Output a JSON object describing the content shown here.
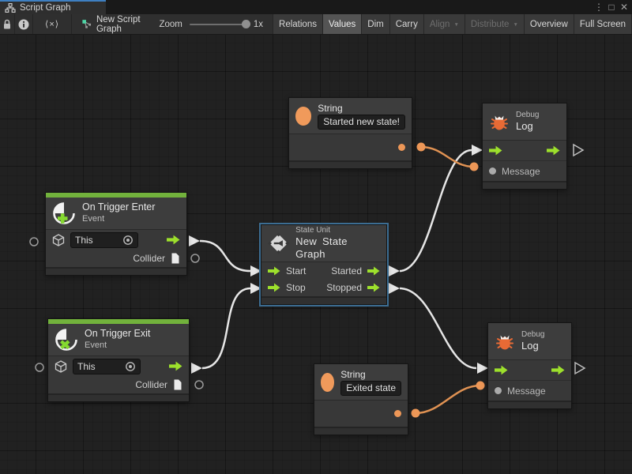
{
  "tab": {
    "title": "Script Graph"
  },
  "window_icons": {
    "menu": "⋮",
    "maximize": "□",
    "close": "✕"
  },
  "toolbar": {
    "code_glyph": "⟨×⟩",
    "graph_name": "New Script Graph",
    "zoom_label": "Zoom",
    "zoom_value": "1x",
    "caret": "▼",
    "buttons": [
      {
        "label": "Relations",
        "state": "normal"
      },
      {
        "label": "Values",
        "state": "active"
      },
      {
        "label": "Dim",
        "state": "normal"
      },
      {
        "label": "Carry",
        "state": "normal"
      },
      {
        "label": "Align",
        "state": "disabled"
      },
      {
        "label": "Distribute",
        "state": "disabled"
      },
      {
        "label": "Overview",
        "state": "normal"
      },
      {
        "label": "Full Screen",
        "state": "normal"
      }
    ]
  },
  "nodes": {
    "string_top": {
      "title": "String",
      "value": "Started new state!"
    },
    "debug_top": {
      "kind": "Debug",
      "title": "Log",
      "input": "Message"
    },
    "trigger_enter": {
      "title": "On Trigger Enter",
      "subtitle": "Event",
      "target": "This",
      "output": "Collider"
    },
    "state_unit": {
      "kind": "State Unit",
      "title": "New State Graph",
      "in1": "Start",
      "in2": "Stop",
      "out1": "Started",
      "out2": "Stopped"
    },
    "trigger_exit": {
      "title": "On Trigger Exit",
      "subtitle": "Event",
      "target": "This",
      "output": "Collider"
    },
    "string_bottom": {
      "title": "String",
      "value": "Exited state"
    },
    "debug_bottom": {
      "kind": "Debug",
      "title": "Log",
      "input": "Message"
    }
  },
  "connections": [
    {
      "from": "on-trigger-enter.trigger",
      "to": "state-unit.start",
      "type": "flow"
    },
    {
      "from": "on-trigger-exit.trigger",
      "to": "state-unit.stop",
      "type": "flow"
    },
    {
      "from": "state-unit.started",
      "to": "debug-log-top.enter",
      "type": "flow"
    },
    {
      "from": "state-unit.stopped",
      "to": "debug-log-bottom.enter",
      "type": "flow"
    },
    {
      "from": "string-top.output",
      "to": "debug-log-top.message",
      "type": "value"
    },
    {
      "from": "string-bottom.output",
      "to": "debug-log-bottom.message",
      "type": "value"
    }
  ],
  "colors": {
    "selection_blue": "#3c6d92",
    "event_green": "#72b23c",
    "flow_green": "#9de02c",
    "value_orange": "#ed9757",
    "bug_orange": "#e86a35",
    "wire_white": "#e6e6e6"
  }
}
